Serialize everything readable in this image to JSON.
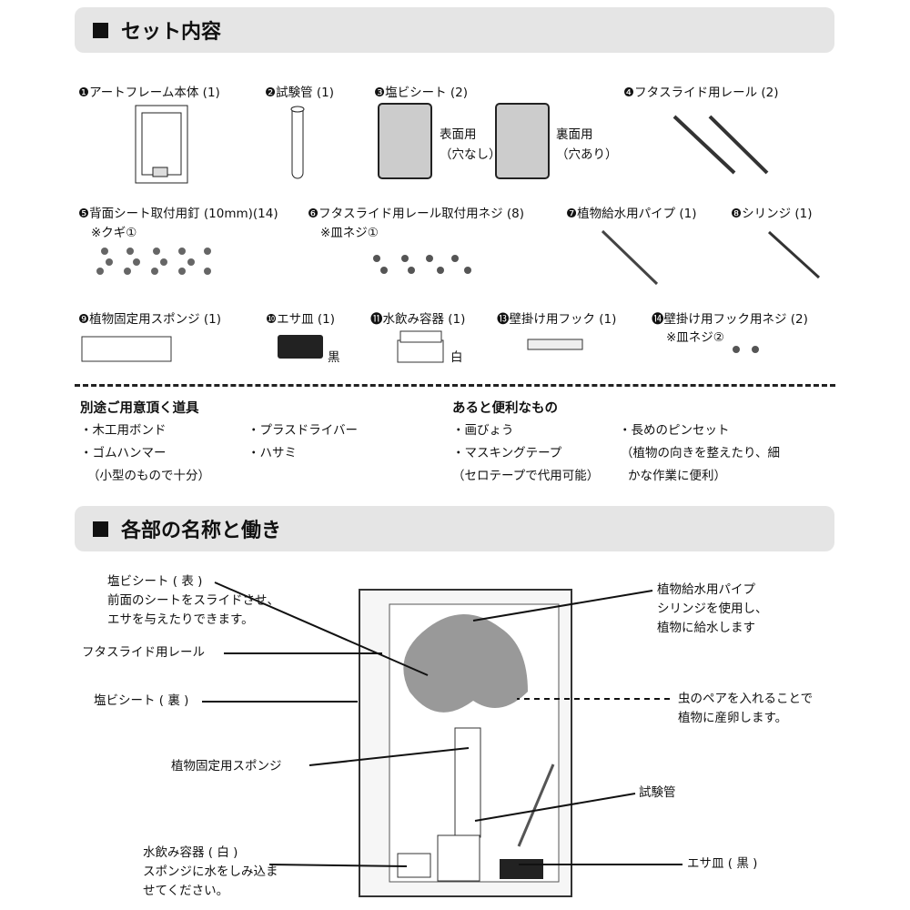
{
  "section1": {
    "title": "セット内容"
  },
  "items": [
    {
      "no": "❶",
      "label": "アートフレーム本体 (1)"
    },
    {
      "no": "❷",
      "label": "試験管 (1)"
    },
    {
      "no": "❸",
      "label": "塩ビシート (2)"
    },
    {
      "no": "❹",
      "label": "フタスライド用レール (2)"
    },
    {
      "no": "❺",
      "label": "背面シート取付用釘 (10mm)(14)",
      "note": "※クギ①"
    },
    {
      "no": "❻",
      "label": "フタスライド用レール取付用ネジ (8)",
      "note": "※皿ネジ①"
    },
    {
      "no": "❼",
      "label": "植物給水用パイプ (1)"
    },
    {
      "no": "❽",
      "label": "シリンジ (1)"
    },
    {
      "no": "❾",
      "label": "植物固定用スポンジ (1)"
    },
    {
      "no": "❿",
      "label": "エサ皿 (1)",
      "color": "黒"
    },
    {
      "no": "⓫",
      "label": "水飲み容器 (1)",
      "color": "白"
    },
    {
      "no": "⓭",
      "label": "壁掛け用フック (1)"
    },
    {
      "no": "⓮",
      "label": "壁掛け用フック用ネジ (2)",
      "note": "※皿ネジ②"
    }
  ],
  "sheet_front": [
    "表面用",
    "（穴なし）"
  ],
  "sheet_back": [
    "裏面用",
    "（穴あり）"
  ],
  "tools": {
    "title": "別途ご用意頂く道具",
    "items": [
      "・木工用ボンド",
      "・プラスドライバー",
      "・ゴムハンマー",
      "（小型のもので十分）",
      "・ハサミ"
    ]
  },
  "handy": {
    "title": "あると便利なもの",
    "items": [
      "・画びょう",
      "・長めのピンセット",
      "・マスキングテープ",
      "（セロテープで代用可能）",
      "（植物の向きを整えたり、細",
      "かな作業に便利）"
    ]
  },
  "section2": {
    "title": "各部の名称と働き"
  },
  "parts": {
    "front_sheet": [
      "塩ビシート ( 表 )",
      "前面のシートをスライドさせ、",
      "エサを与えたりできます。"
    ],
    "rail": "フタスライド用レール",
    "back_sheet": "塩ビシート ( 裏 )",
    "sponge": "植物固定用スポンジ",
    "water": [
      "水飲み容器 ( 白 )",
      "スポンジに水をしみ込ま",
      "せてください。"
    ],
    "pipe": [
      "植物給水用パイプ",
      "シリンジを使用し、",
      "植物に給水します"
    ],
    "insects": [
      "虫のペアを入れることで",
      "植物に産卵します。"
    ],
    "tube": "試験管",
    "dish": "エサ皿 ( 黒 )"
  }
}
